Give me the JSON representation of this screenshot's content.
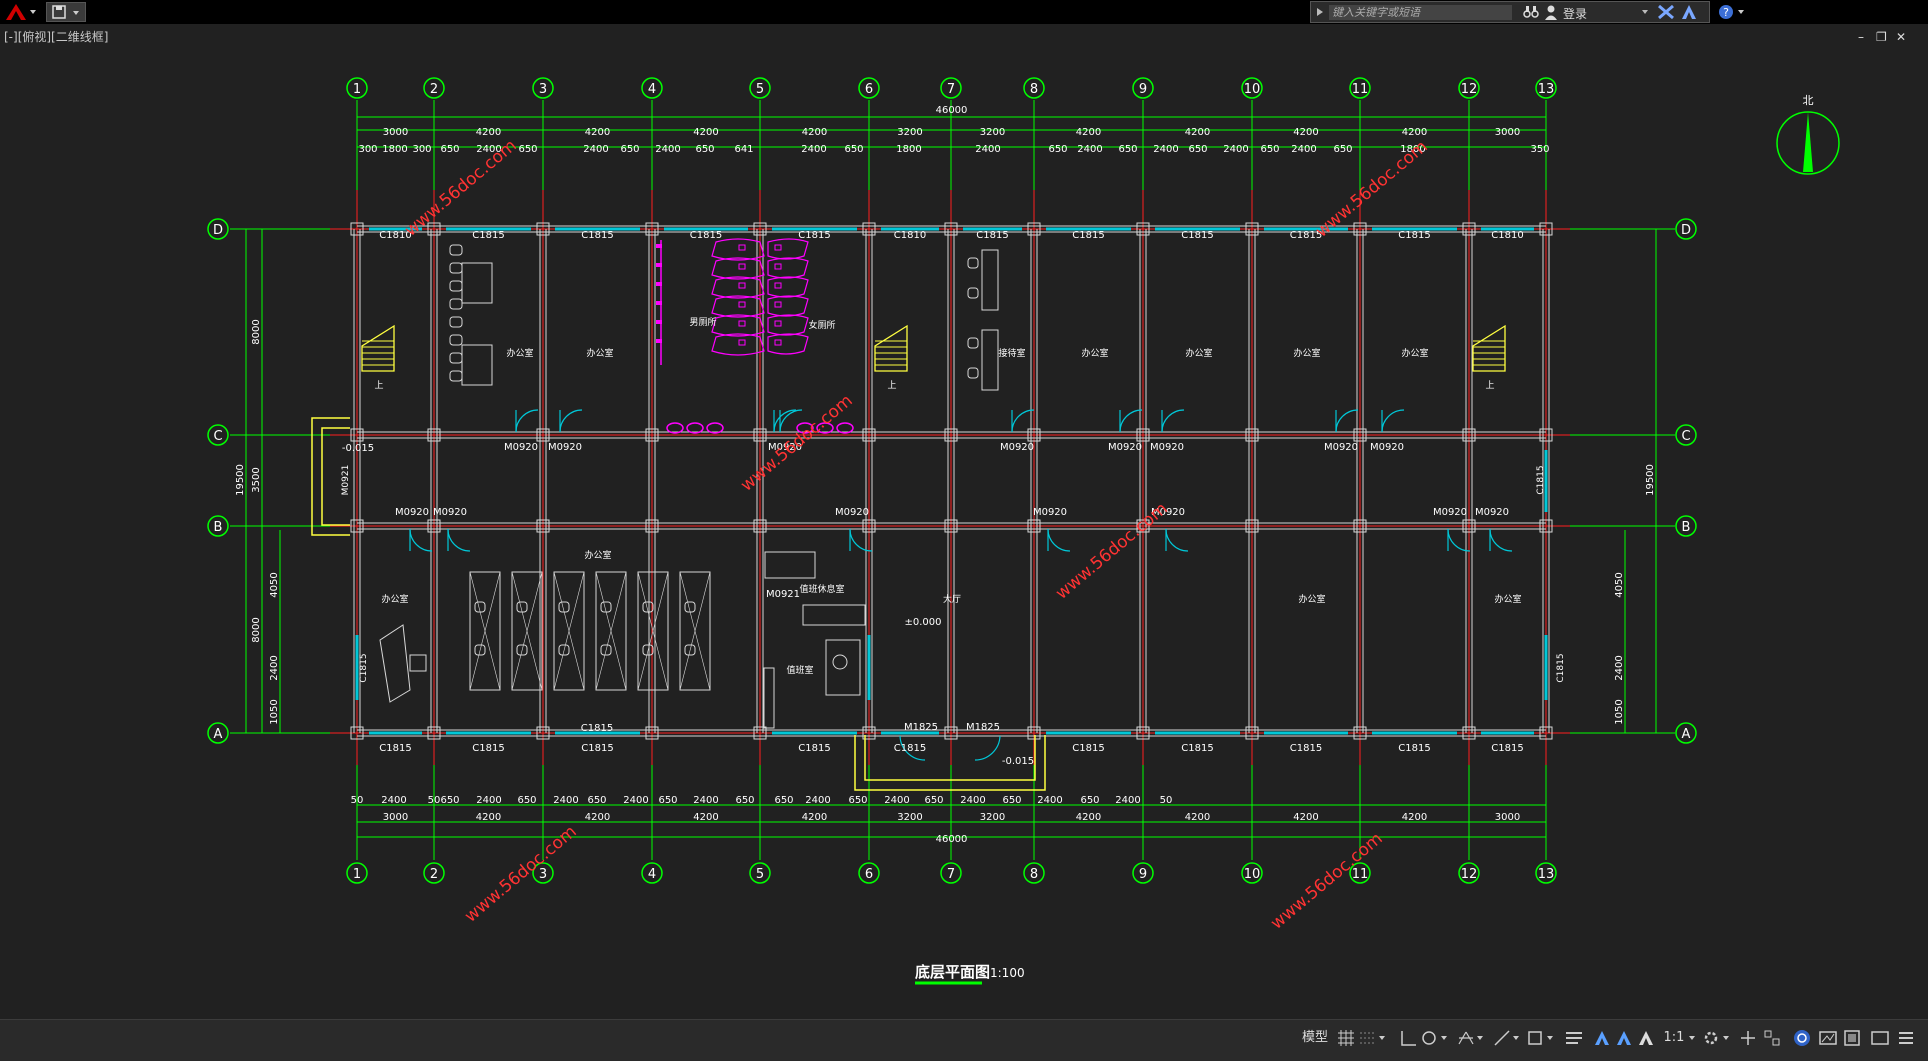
{
  "app": {
    "search_placeholder": "键入关键字或短语",
    "login_label": "登录",
    "viewport_label": "[-][俯视][二维线框]",
    "close_glyph": "✕",
    "restore_glyph": "❐",
    "minimize_glyph": "–"
  },
  "drawing": {
    "title": "底层平面图",
    "scale": "1:100",
    "north_label": "北",
    "total_width_dim": "46000",
    "side_dim_total": "19500",
    "side_dims_left": [
      "8000",
      "3500",
      "8000"
    ],
    "side_dims_left_lower": [
      "4050",
      "2400",
      "1050"
    ],
    "grid_columns": [
      "1",
      "2",
      "3",
      "4",
      "5",
      "6",
      "7",
      "8",
      "9",
      "10",
      "11",
      "12",
      "13"
    ],
    "grid_rows": [
      "D",
      "C",
      "B",
      "A"
    ],
    "top_bay_dims": [
      "3000",
      "4200",
      "4200",
      "4200",
      "4200",
      "3200",
      "3200",
      "4200",
      "4200",
      "4200",
      "4200",
      "3000"
    ],
    "top_detail_dims": [
      "300",
      "1800",
      "300",
      "650",
      "2400",
      "650",
      "2400",
      "650",
      "2400",
      "650",
      "641",
      "2400",
      "650",
      "1800",
      "2400",
      "650",
      "2400",
      "650",
      "2400",
      "650",
      "2400",
      "650",
      "2400",
      "650",
      "1800",
      "350"
    ],
    "bottom_detail_dims": [
      "50",
      "2400",
      "50",
      "650",
      "2400",
      "650",
      "2400",
      "650",
      "2400",
      "650",
      "2400",
      "650",
      "650",
      "2400",
      "650",
      "2400",
      "650",
      "2400",
      "650",
      "2400",
      "650",
      "2400",
      "50"
    ],
    "windows_top": [
      "C1810",
      "C1815",
      "C1815",
      "C1815",
      "C1815",
      "C1810",
      "C1815",
      "C1815",
      "C1815",
      "C1815",
      "C1815",
      "C1810"
    ],
    "windows_bottom": [
      "C1815",
      "C1815",
      "C1815",
      "C1815",
      "C1815",
      "C1815",
      "C1815",
      "C1815",
      "C1815",
      "C1815"
    ],
    "doors_upper": [
      "M0920",
      "M0920",
      "M0920",
      "M0920",
      "M0920",
      "M0920",
      "M0920",
      "M0920",
      "M0920"
    ],
    "doors_lower": [
      "M0920",
      "M0920",
      "M0920",
      "M0920",
      "M0920",
      "M0920",
      "M0920"
    ],
    "door_main": [
      "M1825",
      "M1825"
    ],
    "door_side": "M0921",
    "door_guard": "M0921",
    "window_side": "C1815",
    "window_side_right": "C1815",
    "window_c1815_b": "C1815",
    "elevation_hall": "±0.000",
    "elevation_entry": "-0.015",
    "elevation_side": "-0.015",
    "rooms": {
      "office": "办公室",
      "male_wc": "男厕所",
      "female_wc": "女厕所",
      "reception": "接待室",
      "lobby": "大厅",
      "guard": "值班休息室",
      "duty": "值班室",
      "up": "上"
    },
    "watermark": "www.56doc.com"
  },
  "statusbar": {
    "model_label": "模型",
    "scale_label": "1:1"
  },
  "colors": {
    "grid": "#00ff00",
    "axis": "#ff2020",
    "wall": "#d8d8d8",
    "window": "#00c8d8",
    "stair": "#ffff40",
    "fixture": "#ff00ff",
    "watermark": "#ff3333"
  }
}
